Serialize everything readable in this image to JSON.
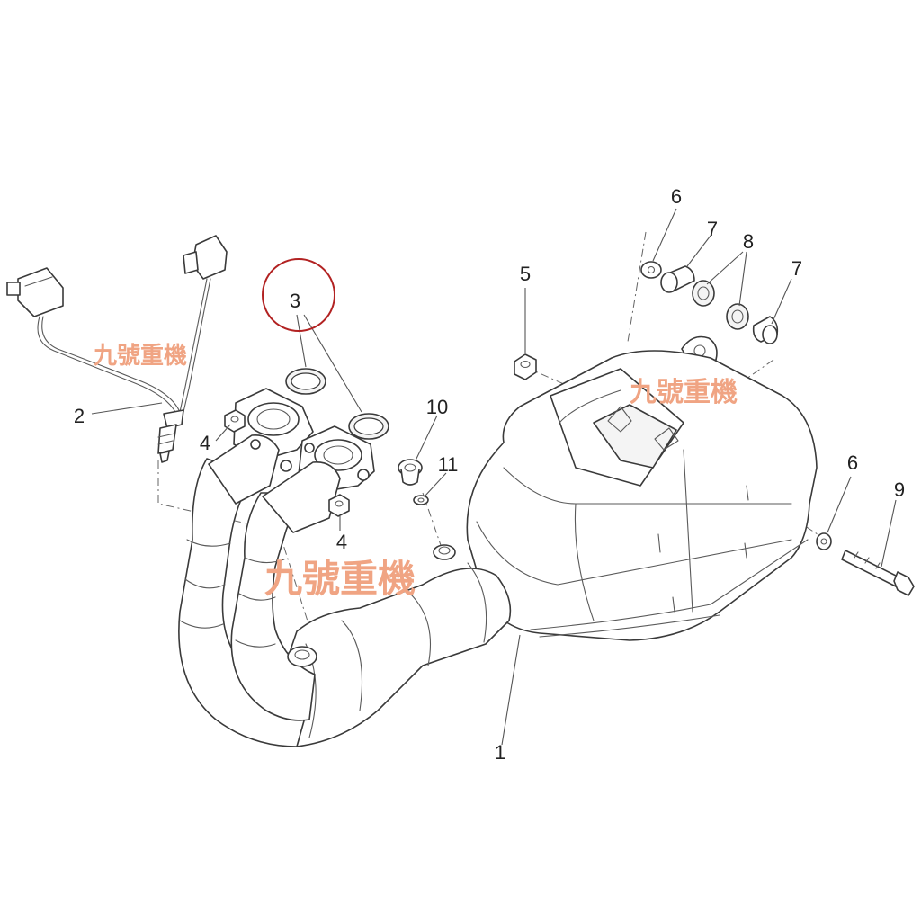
{
  "watermark": {
    "text": "九號重機",
    "color": "#f0a483"
  },
  "highlight_color": "#b22222",
  "highlighted_part": "3",
  "parts": [
    {
      "id": "label-1",
      "number": "1"
    },
    {
      "id": "label-2",
      "number": "2"
    },
    {
      "id": "label-3",
      "number": "3"
    },
    {
      "id": "label-4a",
      "number": "4"
    },
    {
      "id": "label-4b",
      "number": "4"
    },
    {
      "id": "label-5",
      "number": "5"
    },
    {
      "id": "label-6a",
      "number": "6"
    },
    {
      "id": "label-6b",
      "number": "6"
    },
    {
      "id": "label-7a",
      "number": "7"
    },
    {
      "id": "label-7b",
      "number": "7"
    },
    {
      "id": "label-8",
      "number": "8"
    },
    {
      "id": "label-9",
      "number": "9"
    },
    {
      "id": "label-10",
      "number": "10"
    },
    {
      "id": "label-11",
      "number": "11"
    }
  ]
}
